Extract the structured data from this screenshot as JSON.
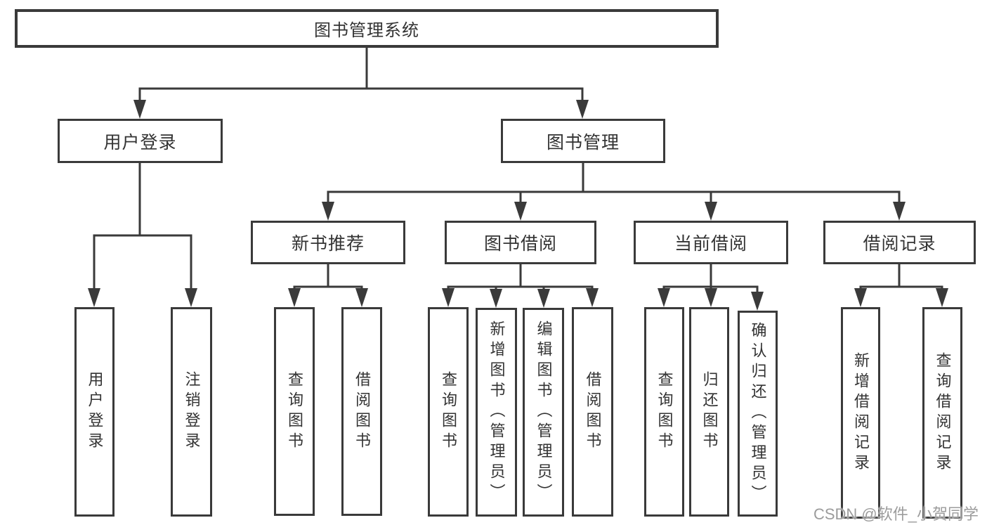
{
  "nodes": {
    "root": "图书管理系统",
    "user_login": "用户登录",
    "book_management": "图书管理",
    "new_book_rec": "新书推荐",
    "book_borrowing": "图书借阅",
    "current_borrowing": "当前借阅",
    "borrowing_records": "借阅记录",
    "ul_user_login": "用户登录",
    "ul_logout": "注销登录",
    "nb_query_books": "查询图书",
    "nb_borrow_books": "借阅图书",
    "bb_query_books": "查询图书",
    "bb_add_books_admin": "新增图书（管理员）",
    "bb_edit_books_admin": "编辑图书（管理员）",
    "bb_borrow_books": "借阅图书",
    "cb_query_books": "查询图书",
    "cb_return_books": "归还图书",
    "cb_confirm_return_admin": "确认归还（管理员）",
    "br_add_record": "新增借阅记录",
    "br_query_record": "查询借阅记录"
  },
  "watermark": "CSDN @软件_小贺同学",
  "colors": {
    "line": "#3a3a3a",
    "text": "#333333",
    "watermark": "#9c9c9c",
    "background": "#ffffff"
  }
}
